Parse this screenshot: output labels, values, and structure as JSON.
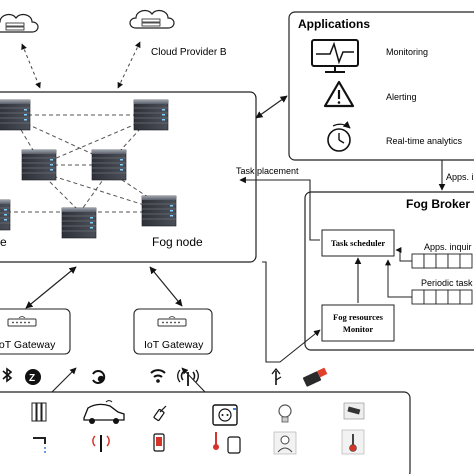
{
  "clouds": {
    "provider_b": "Cloud Provider B"
  },
  "fog_cluster": {
    "node_label_partial": "e",
    "node_label": "Fog node"
  },
  "applications": {
    "title": "Applications",
    "items": [
      "Monitoring",
      "Alerting",
      "Real-time analytics"
    ]
  },
  "connectors": {
    "task_placement": "Task placement",
    "apps_partial": "Apps. i"
  },
  "fog_broker": {
    "title": "Fog Broker",
    "task_scheduler": "Task scheduler",
    "resources_monitor_line1": "Fog resources",
    "resources_monitor_line2": "Monitor",
    "apps_inquiry_partial": "Apps. inquir",
    "periodic_tasks_partial": "Periodic task"
  },
  "gateways": [
    "IoT Gateway",
    "IoT Gateway"
  ],
  "colors": {
    "server_dark": "#3a3d45",
    "server_light": "#8a8f99",
    "line": "#222222"
  }
}
